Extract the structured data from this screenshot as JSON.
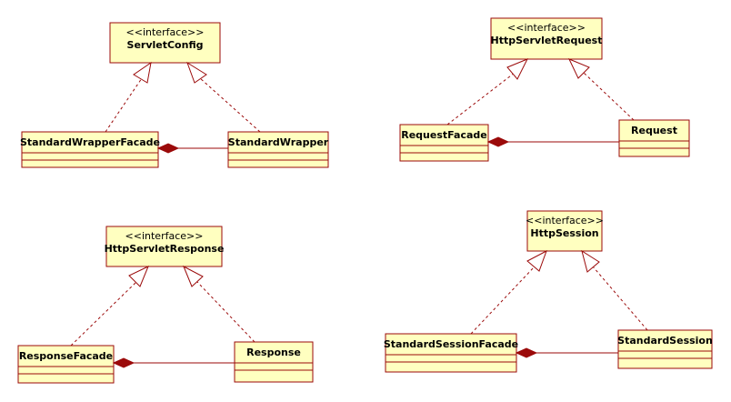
{
  "stereotype": "<<interface>>",
  "interfaces": {
    "servlet_config": "ServletConfig",
    "http_servlet_request": "HttpServletRequest",
    "http_servlet_response": "HttpServletResponse",
    "http_session": "HttpSession"
  },
  "classes": {
    "standard_wrapper_facade": "StandardWrapperFacade",
    "standard_wrapper": "StandardWrapper",
    "request_facade": "RequestFacade",
    "request": "Request",
    "response_facade": "ResponseFacade",
    "response": "Response",
    "standard_session_facade": "StandardSessionFacade",
    "standard_session": "StandardSession"
  },
  "colors": {
    "box_fill": "#ffffc0",
    "stroke": "#9b0a0a"
  }
}
